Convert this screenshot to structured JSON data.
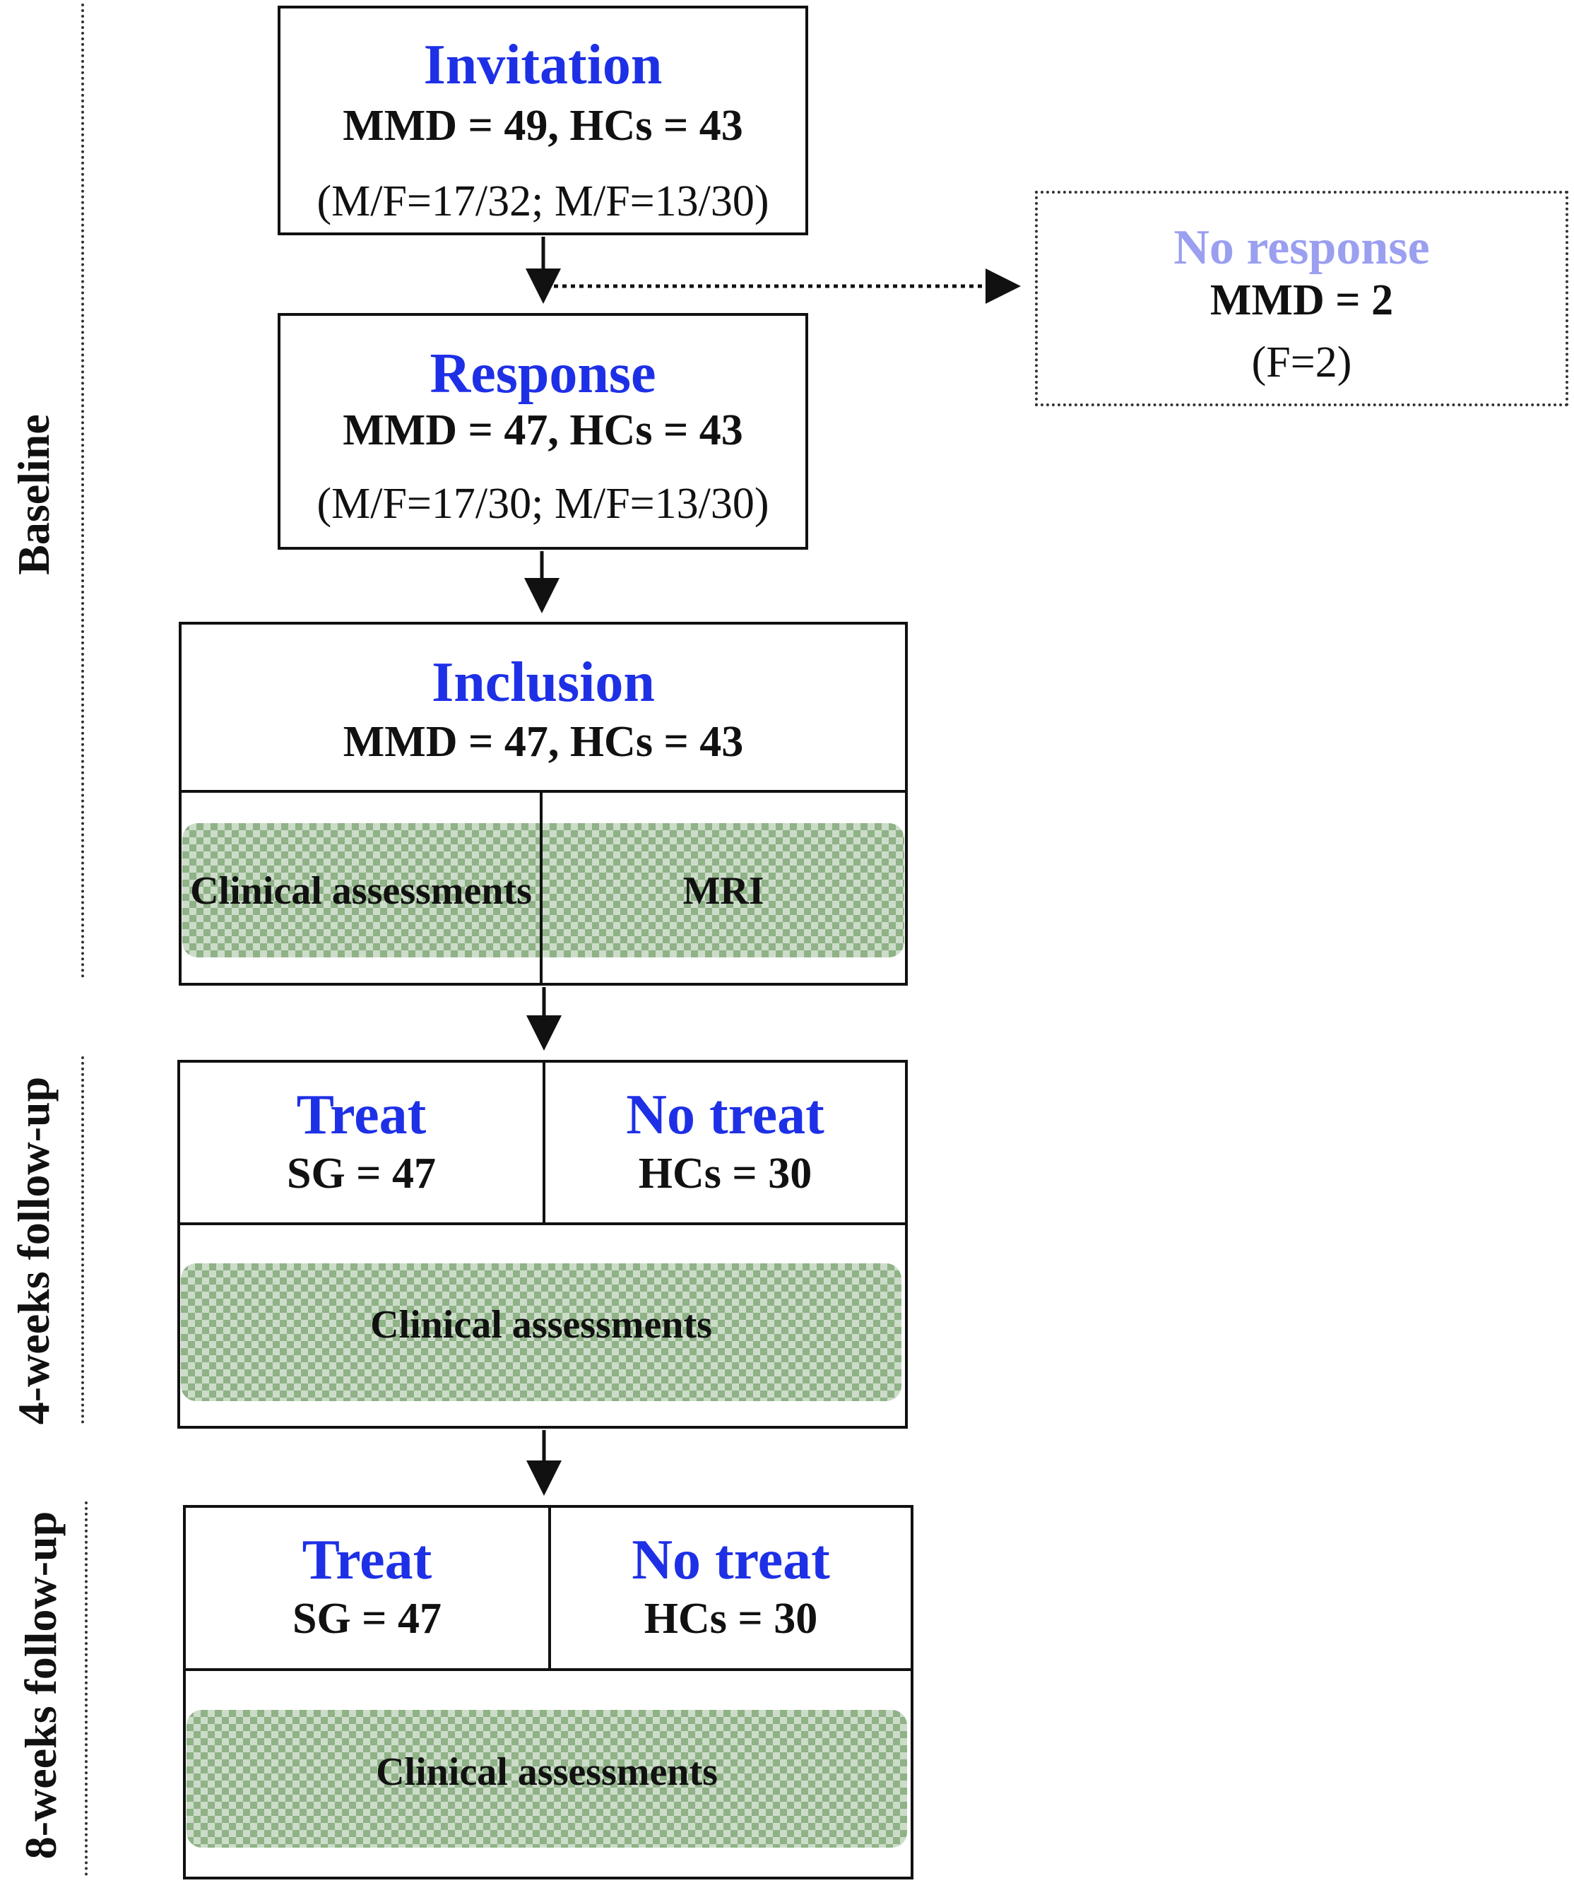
{
  "phases": {
    "baseline": "Baseline",
    "week4": "4-weeks follow-up",
    "week8": "8-weeks follow-up"
  },
  "invitation": {
    "title": "Invitation",
    "counts": "MMD = 49, HCs = 43",
    "sex": "(M/F=17/32; M/F=13/30)"
  },
  "no_response": {
    "title": "No response",
    "counts": "MMD = 2",
    "sex": "(F=2)"
  },
  "response": {
    "title": "Response",
    "counts": "MMD = 47, HCs = 43",
    "sex": "(M/F=17/30; M/F=13/30)"
  },
  "inclusion": {
    "title": "Inclusion",
    "counts": "MMD = 47, HCs = 43",
    "left_task": "Clinical assessments",
    "right_task": "MRI"
  },
  "followup4": {
    "treat_title": "Treat",
    "treat_count": "SG = 47",
    "notreat_title": "No treat",
    "notreat_count": "HCs = 30",
    "task": "Clinical assessments"
  },
  "followup8": {
    "treat_title": "Treat",
    "treat_count": "SG = 47",
    "notreat_title": "No treat",
    "notreat_count": "HCs = 30",
    "task": "Clinical assessments"
  },
  "colors": {
    "title_blue": "#1e30e6",
    "faded_blue": "#9a9ff0",
    "pattern_green": "#8fb287"
  }
}
